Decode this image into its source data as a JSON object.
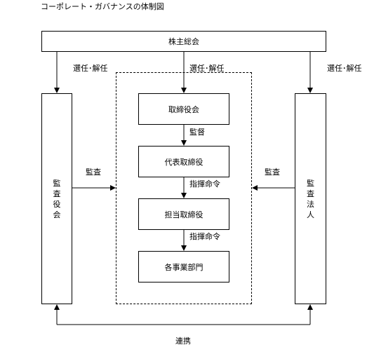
{
  "title": "コーポレート・ガバナンスの体制図",
  "shareholders_meeting": "株主総会",
  "board": "取締役会",
  "representative_director": "代表取締役",
  "executive_director": "担当取締役",
  "business_divisions": "各事業部門",
  "audit_board": "監査役会",
  "audit_firm": "監査法人",
  "labels": {
    "appoint_dismiss_left": "選任･解任",
    "appoint_dismiss_center": "選任･解任",
    "appoint_dismiss_right": "選任･解任",
    "supervision": "監督",
    "command_1": "指揮命令",
    "command_2": "指揮命令",
    "audit_left": "監査",
    "audit_right": "監査",
    "cooperation": "連携"
  },
  "colors": {
    "line": "#000000",
    "background": "#ffffff"
  }
}
